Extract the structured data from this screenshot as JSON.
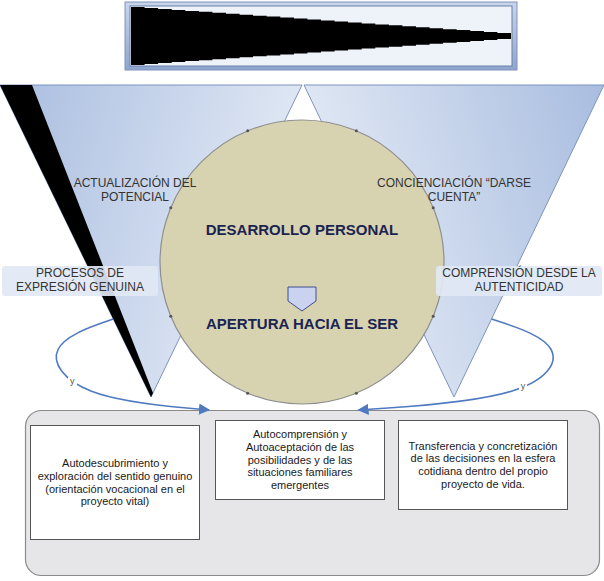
{
  "diagram": {
    "nodes": [
      {
        "text": [
          "ACTUALIZACIÓN DEL POTENCIAL",
          "PROCESOS DE EXPRESIÓN GENUINA"
        ]
      },
      {
        "text": [
          "CONCIENCIACIÓN “DARSE CUENTA”",
          "COMPRENSIÓN DESDE LA AUTENTICIDAD"
        ]
      },
      {
        "text": [
          "DESARROLLO PERSONAL",
          "APERTURA HACIA EL SER"
        ]
      },
      {
        "text": []
      },
      {
        "text": [
          "Autodescubrimiento y exploración del sentido genuino (orientación vocacional en el proyecto vital)"
        ],
        "in": 3
      },
      {
        "text": [
          "Autocomprensión y Autoaceptación de las posibilidades y de las situaciones familiares emergentes"
        ],
        "in": 3
      },
      {
        "text": [
          "Transferencia y concretización de las decisiones en la esfera cotidiana dentro del propio proyecto de vida."
        ],
        "in": 3
      }
    ],
    "edges": [
      {
        "from": 0,
        "to": 3,
        "label": "y",
        "arrow": "to"
      },
      {
        "from": 1,
        "to": 3,
        "label": "y",
        "arrow": "to"
      }
    ]
  }
}
